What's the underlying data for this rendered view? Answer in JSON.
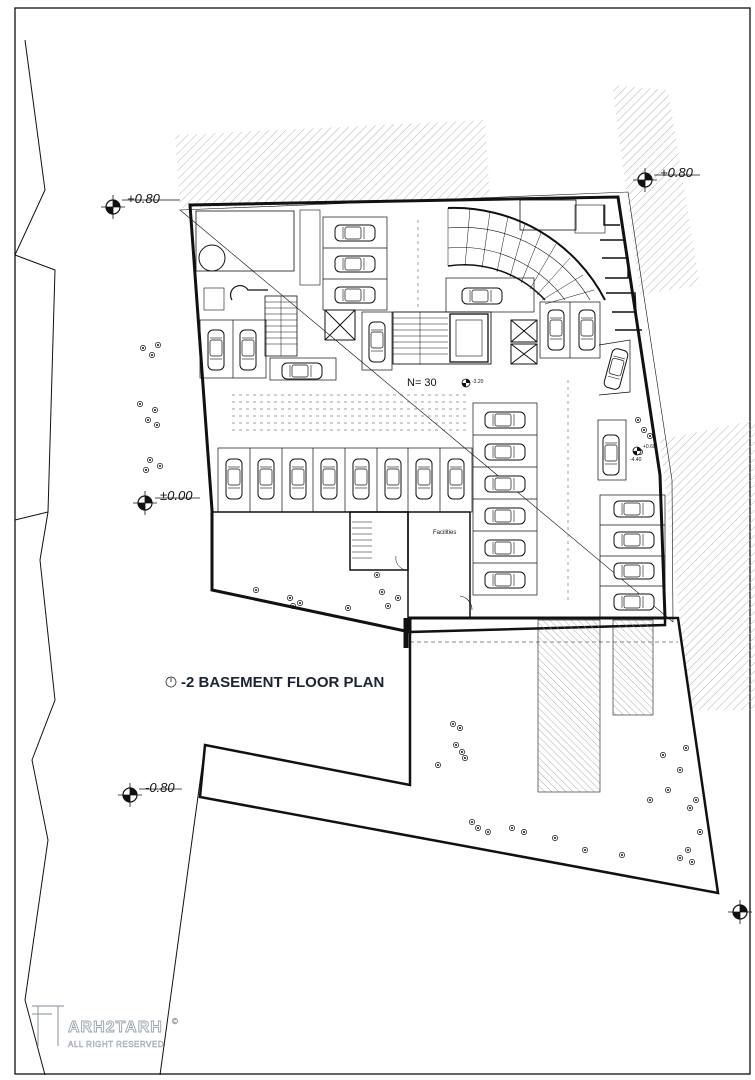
{
  "title": "-2 BASEMENT FLOOR PLAN",
  "level_marks": {
    "top_left": "+0.80",
    "top_right": "+0.80",
    "middle_left": "±0.00",
    "bottom_left": "-0.80",
    "stair_level": "-3.20",
    "ramp_level": "-4.40"
  },
  "ramp_note": "+0.60",
  "parking_count": "N= 30",
  "facilities_label": "Facilities",
  "watermark": {
    "brand": "ARH2TARH",
    "rights": "ALL RIGHT RESERVED",
    "mark": "©"
  },
  "colors": {
    "line": "#111111",
    "hatch": "#b5b5b5",
    "title": "#1c2433",
    "watermark": "#9aa3ad"
  }
}
